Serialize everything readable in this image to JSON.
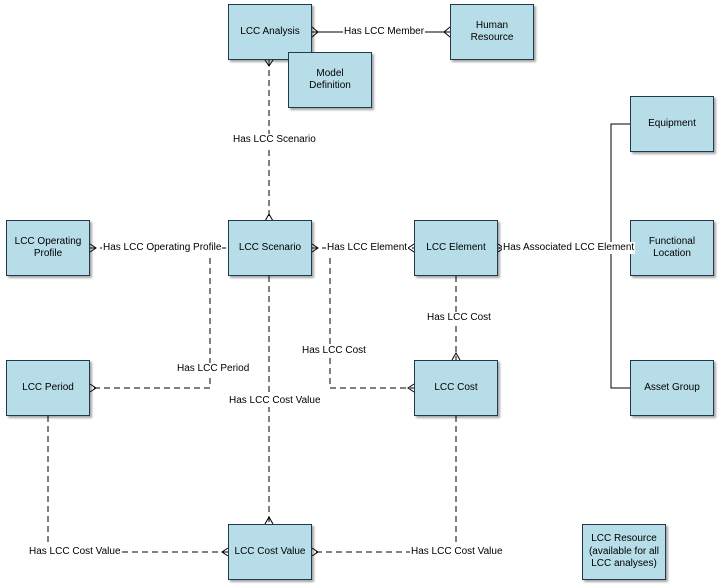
{
  "entities": {
    "lcc_analysis": "LCC Analysis",
    "human_resource": "Human\nResource",
    "model_definition": "Model\nDefinition",
    "equipment": "Equipment",
    "lcc_operating_profile": "LCC Operating\nProfile",
    "lcc_scenario": "LCC Scenario",
    "lcc_element": "LCC Element",
    "functional_location": "Functional\nLocation",
    "lcc_period": "LCC Period",
    "lcc_cost": "LCC Cost",
    "asset_group": "Asset Group",
    "lcc_cost_value": "LCC Cost Value",
    "lcc_resource": "LCC Resource\n(available for all\nLCC analyses)"
  },
  "relationships": {
    "has_lcc_member": "Has LCC Member",
    "has_lcc_scenario": "Has LCC Scenario",
    "has_lcc_operating_profile": "Has LCC Operating Profile",
    "has_lcc_element": "Has LCC Element",
    "has_associated_lcc_element": "Has Associated LCC Element",
    "has_lcc_cost_element": "Has LCC Cost",
    "has_lcc_cost_scenario": "Has LCC Cost",
    "has_lcc_period": "Has LCC Period",
    "has_lcc_cost_value_scenario": "Has LCC Cost Value",
    "has_lcc_cost_value_period": "Has LCC Cost Value",
    "has_lcc_cost_value_cost": "Has LCC Cost Value"
  }
}
